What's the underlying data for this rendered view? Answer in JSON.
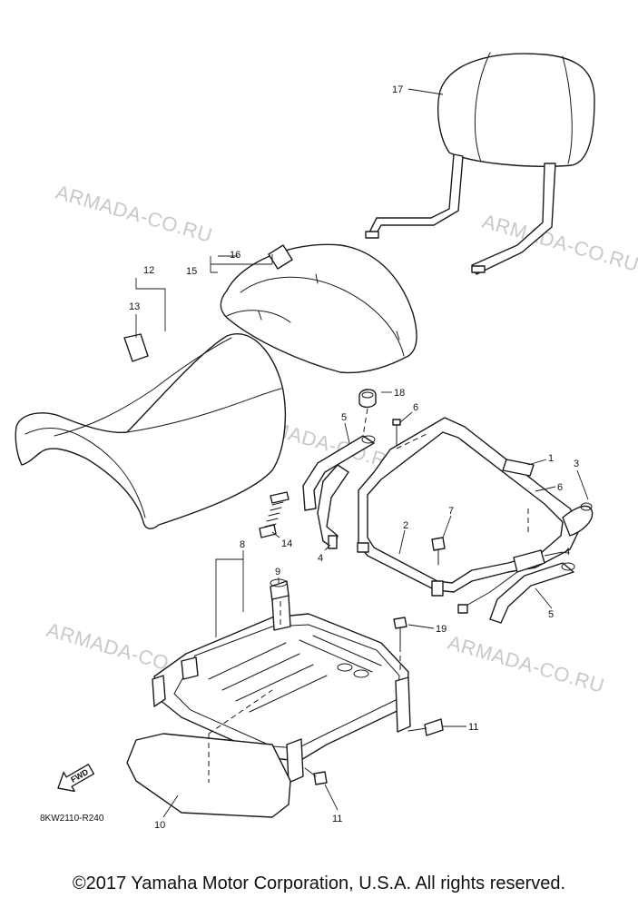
{
  "watermarks": [
    "ARMADA-CO.RU",
    "ARMADA-CO.RU",
    "ARMADA-CO.RU",
    "ARMADA-CO.RU",
    "ARMADA-CO.RU"
  ],
  "callouts": {
    "c1": "1",
    "c2": "2",
    "c3": "3",
    "c4a": "4",
    "c4b": "4",
    "c5a": "5",
    "c5b": "5",
    "c6a": "6",
    "c6b": "6",
    "c7": "7",
    "c8": "8",
    "c9": "9",
    "c10": "10",
    "c11a": "11",
    "c11b": "11",
    "c12": "12",
    "c13": "13",
    "c14": "14",
    "c15": "15",
    "c16": "16",
    "c17": "17",
    "c18": "18",
    "c19": "19"
  },
  "fwd_label": "FWD",
  "diagram_code": "8KW2110-R240",
  "copyright": "©2017 Yamaha Motor Corporation, U.S.A. All rights reserved."
}
